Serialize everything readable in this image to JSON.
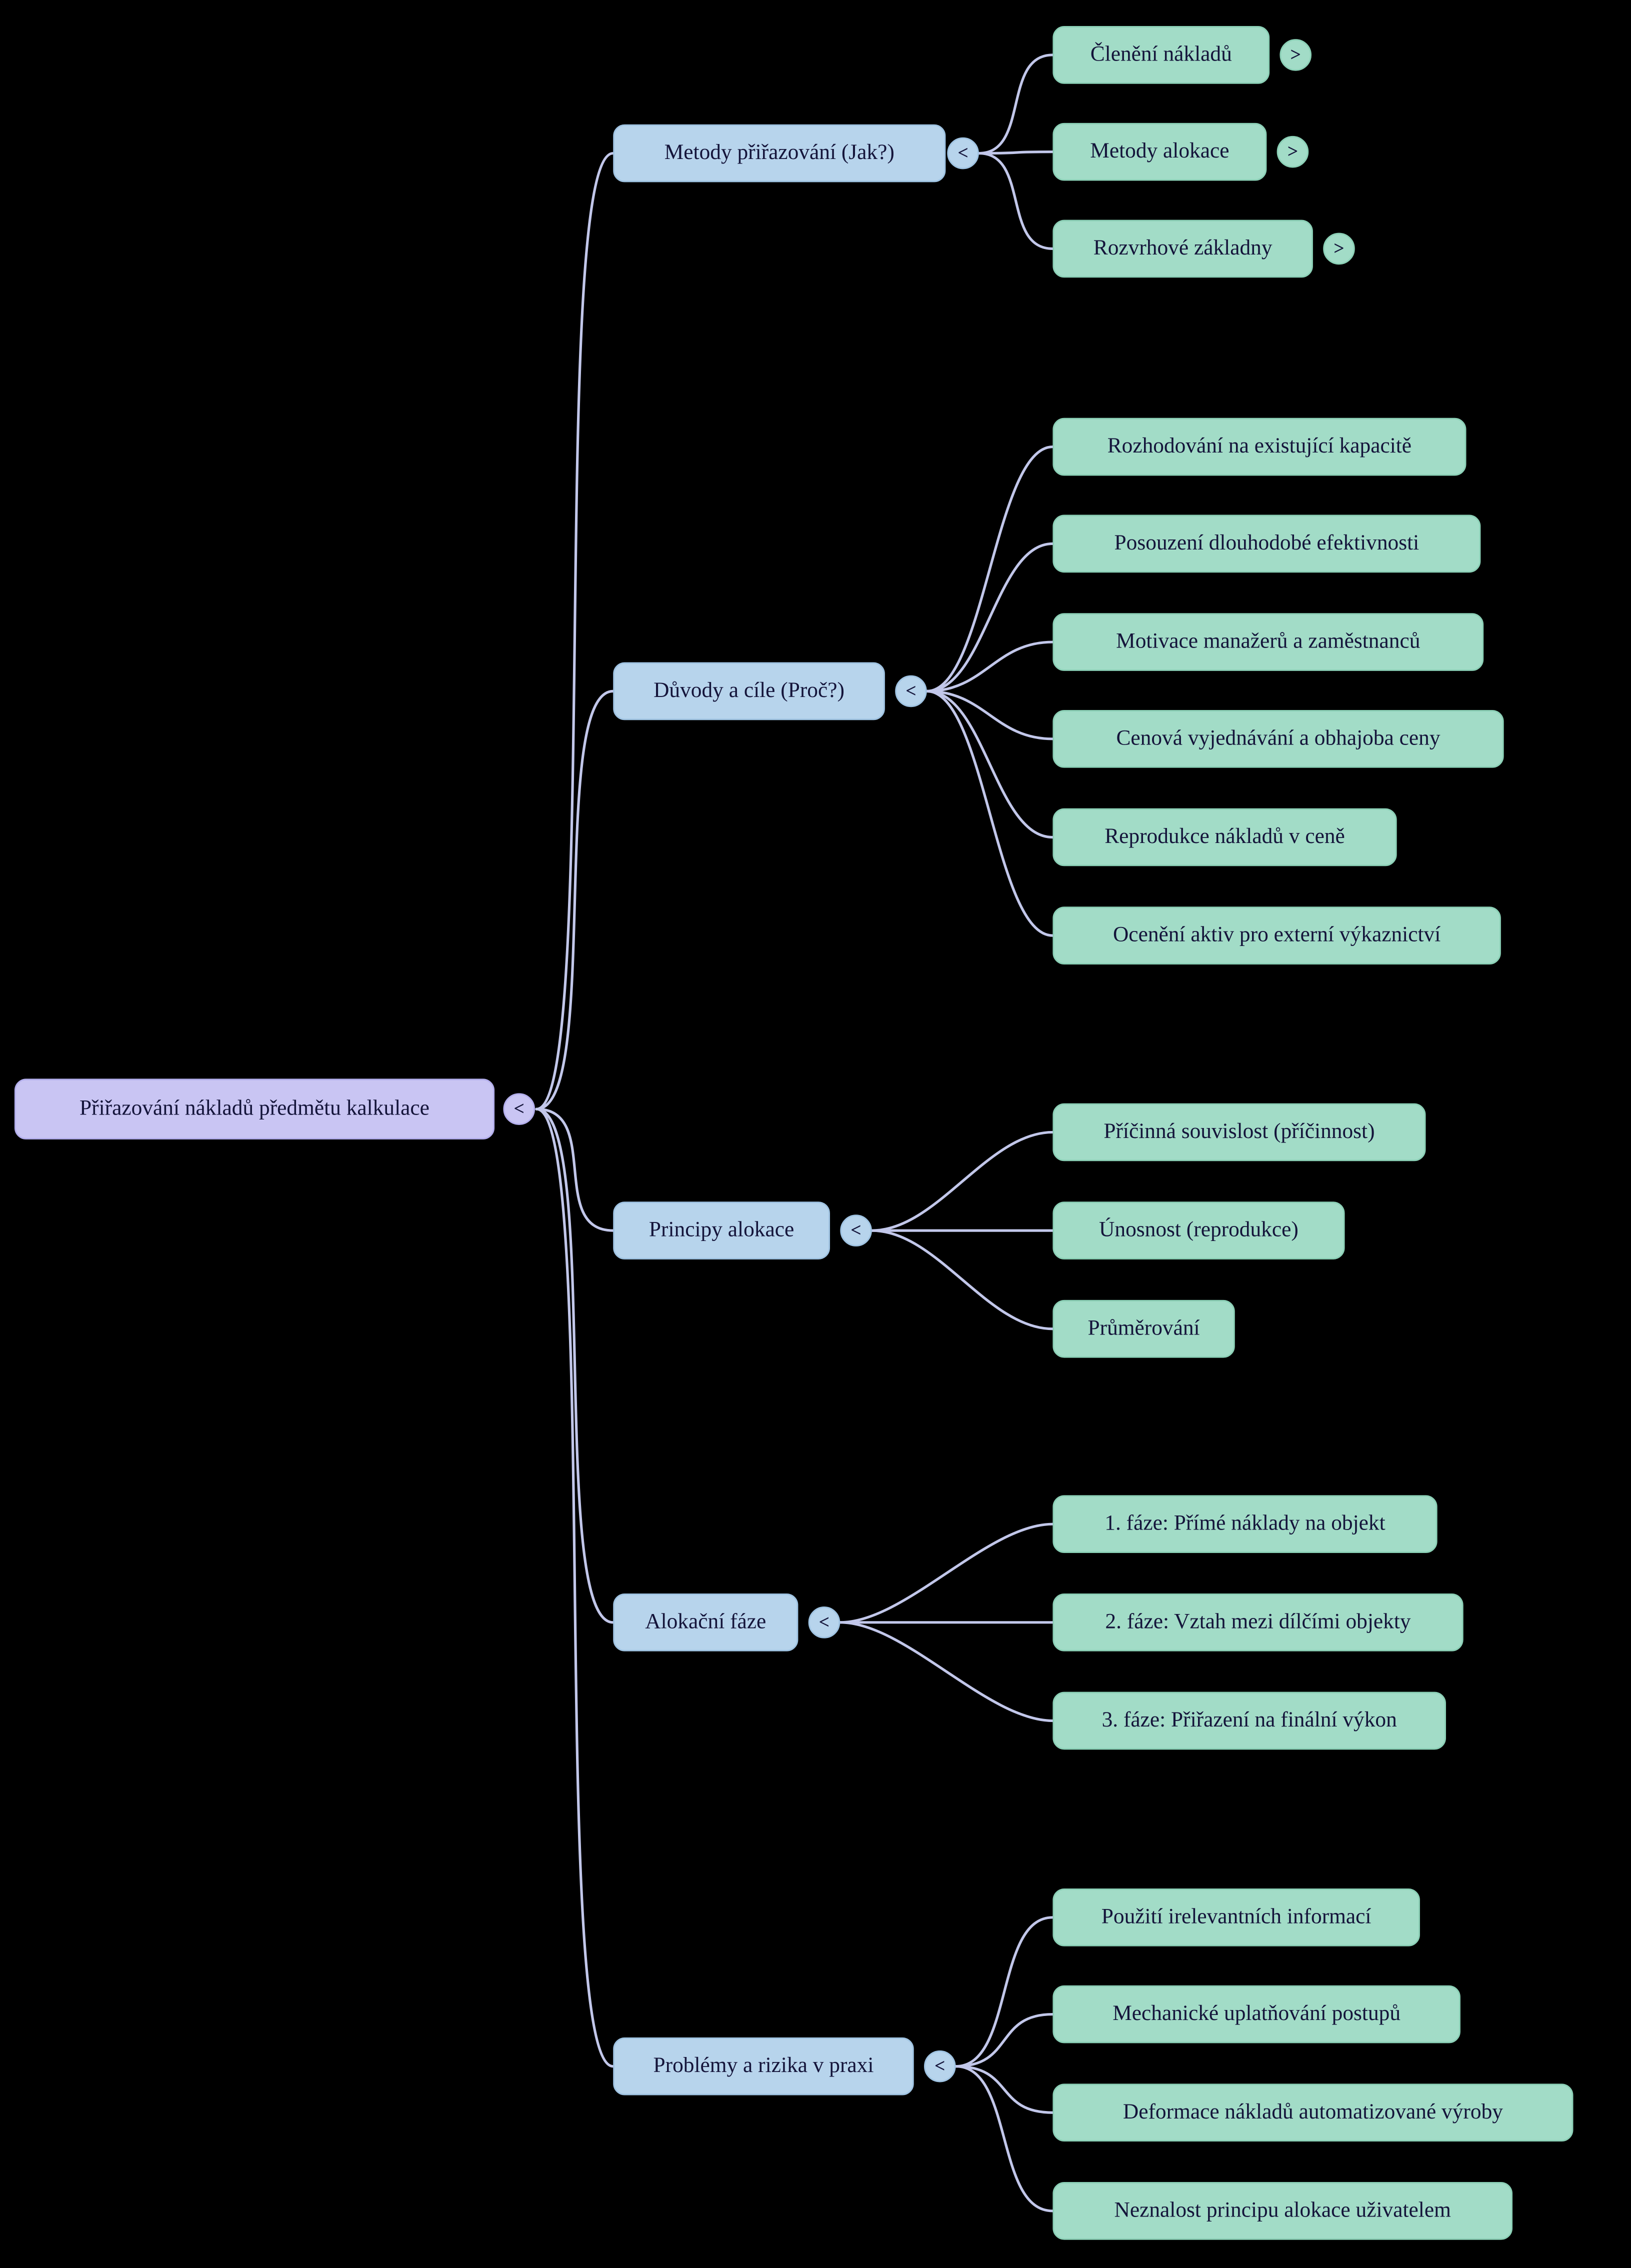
{
  "diagram": {
    "type": "mindmap",
    "root": {
      "label": "Přiřazování nákladů předmětu kalkulace",
      "toggle": "<"
    },
    "branches": [
      {
        "label": "Metody přiřazování (Jak?)",
        "toggle": "<",
        "children": [
          {
            "label": "Členění nákladů",
            "toggle": ">"
          },
          {
            "label": "Metody alokace",
            "toggle": ">"
          },
          {
            "label": "Rozvrhové základny",
            "toggle": ">"
          }
        ]
      },
      {
        "label": "Důvody a cíle (Proč?)",
        "toggle": "<",
        "children": [
          {
            "label": "Rozhodování na existující kapacitě"
          },
          {
            "label": "Posouzení dlouhodobé efektivnosti"
          },
          {
            "label": "Motivace manažerů a zaměstnanců"
          },
          {
            "label": "Cenová vyjednávání a obhajoba ceny"
          },
          {
            "label": "Reprodukce nákladů v ceně"
          },
          {
            "label": "Ocenění aktiv pro externí výkaznictví"
          }
        ]
      },
      {
        "label": "Principy alokace",
        "toggle": "<",
        "children": [
          {
            "label": "Příčinná souvislost (příčinnost)"
          },
          {
            "label": "Únosnost (reprodukce)"
          },
          {
            "label": "Průměrování"
          }
        ]
      },
      {
        "label": "Alokační fáze",
        "toggle": "<",
        "children": [
          {
            "label": "1. fáze: Přímé náklady na objekt"
          },
          {
            "label": "2. fáze: Vztah mezi dílčími objekty"
          },
          {
            "label": "3. fáze: Přiřazení na finální výkon"
          }
        ]
      },
      {
        "label": "Problémy a rizika v praxi",
        "toggle": "<",
        "children": [
          {
            "label": "Použití irelevantních informací"
          },
          {
            "label": "Mechanické uplatňování postupů"
          },
          {
            "label": "Deformace nákladů automatizované výroby"
          },
          {
            "label": "Neznalost principu alokace uživatelem"
          }
        ]
      }
    ],
    "colors": {
      "background": "#000000",
      "root_fill": "#c9c5f3",
      "root_border": "#b3aeec",
      "branch_fill": "#b7d4ec",
      "branch_border": "#9fc3e2",
      "leaf_fill": "#a2dcc7",
      "leaf_border": "#8bd0b6",
      "edge": "#c2c7ea",
      "text": "#14143a"
    }
  }
}
